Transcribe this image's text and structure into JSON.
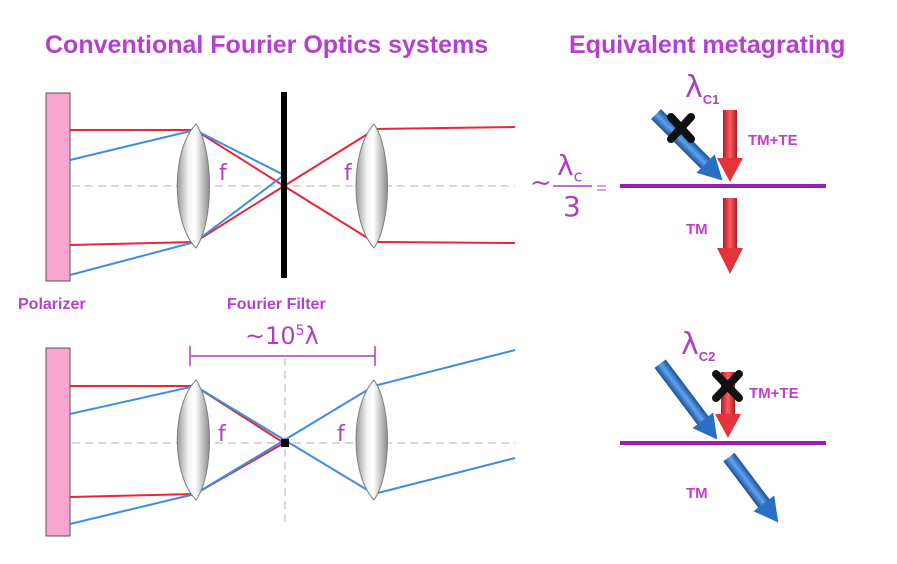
{
  "headings": {
    "left": "Conventional Fourier Optics systems",
    "right": "Equivalent metagrating"
  },
  "labels": {
    "polarizer": "Polarizer",
    "fourier_filter": "Fourier Filter",
    "focal": "f",
    "distance_prefix": "~10",
    "distance_exp": "5",
    "distance_suffix": "λ",
    "thickness_prefix": "~",
    "thickness_lambda": "λ",
    "thickness_sub": "c",
    "thickness_denominator": "3",
    "lambda_c1_sym": "λ",
    "lambda_c1_sub": "C1",
    "lambda_c2_sym": "λ",
    "lambda_c2_sub": "C2",
    "tm_te": "TM+TE",
    "tm": "TM"
  },
  "colors": {
    "heading": "#b63fcf",
    "polarizer": "#f7a6cf",
    "red_ray": "#e8253a",
    "blue_ray": "#3c8fe0",
    "axis": "#c9a0d2",
    "metagrating": "#9a1fb0",
    "filter": "#000000",
    "red_arrow": "#e4333d",
    "blue_arrow": "#2a6fc4"
  }
}
